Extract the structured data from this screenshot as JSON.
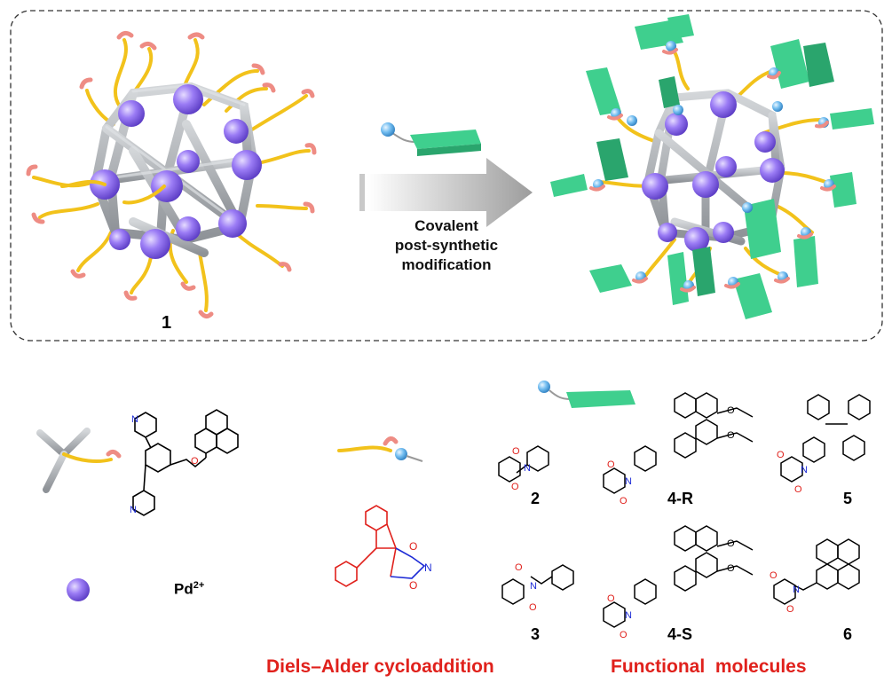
{
  "top_panel": {
    "cage_label": "1",
    "arrow_text_line1": "Covalent",
    "arrow_text_line2": "post-synthetic",
    "arrow_text_line3": "modification"
  },
  "legend": {
    "metal_label": "Pd",
    "metal_charge": "2+"
  },
  "compounds": {
    "c2": "2",
    "c3": "3",
    "c4r": "4-R",
    "c4s": "4-S",
    "c5": "5",
    "c6": "6"
  },
  "captions": {
    "left": "Diels–Alder cycloaddition",
    "right": "Functional  molecules"
  },
  "colors": {
    "cage_frame": "#a9adb2",
    "pd_sphere": "#8c6cf0",
    "linker": "#f2c21b",
    "anthracene_tip": "#ee8c84",
    "maleimide_ball": "#6fb8ec",
    "functional_plate": "#3fcf8e",
    "oxygen": "#e0211c",
    "nitrogen": "#1d2bd6",
    "caption_red": "#e0211c"
  },
  "icons": [
    "cage-icon",
    "modified-cage-icon",
    "reaction-arrow-icon",
    "ligand-fragment-icon",
    "pd-sphere-icon",
    "maleimide-reagent-icon"
  ]
}
